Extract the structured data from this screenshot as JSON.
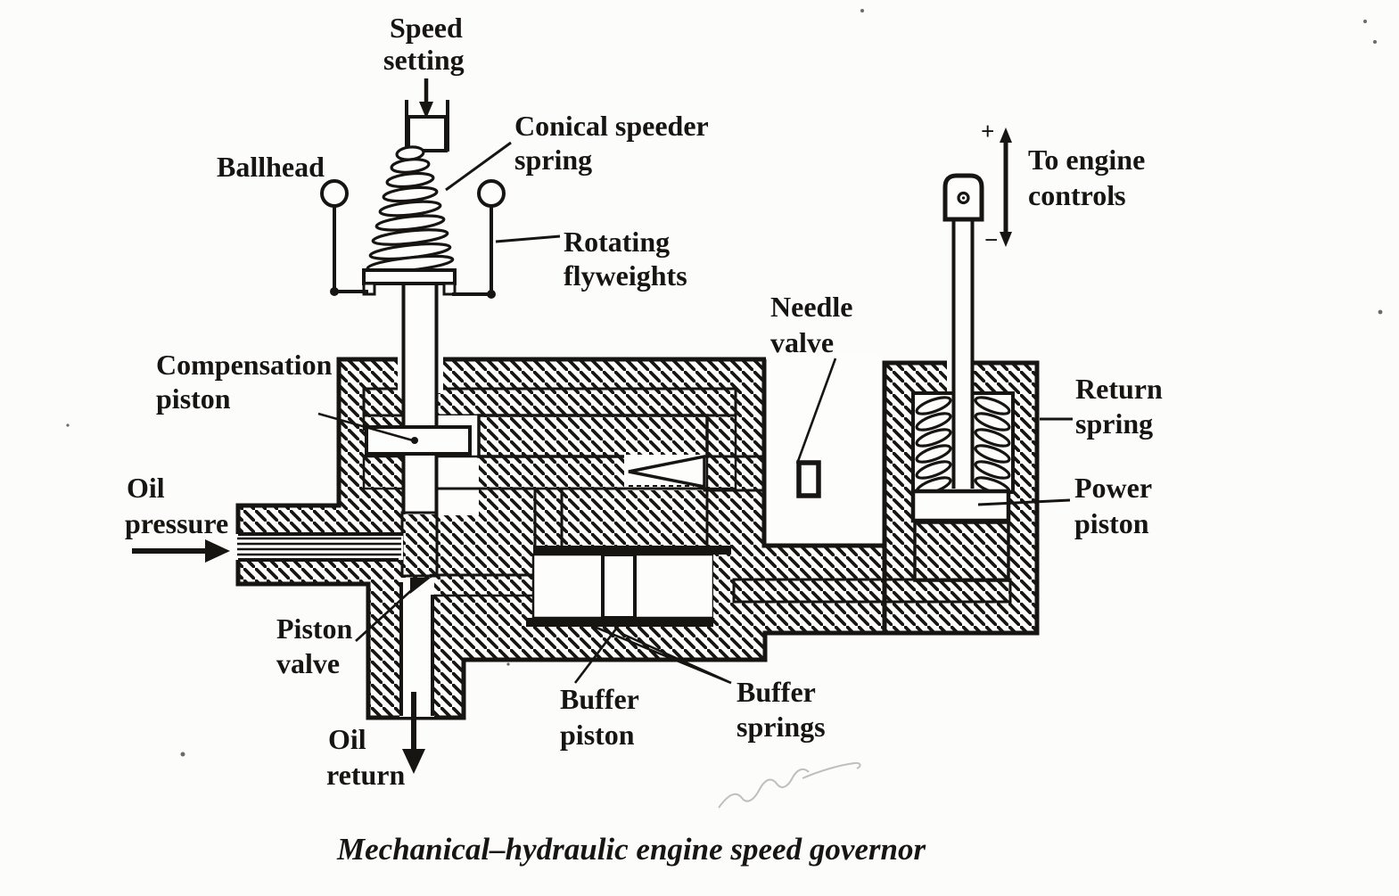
{
  "document": {
    "type": "scanned-technical-diagram",
    "caption": "Mechanical–hydraulic engine speed governor"
  },
  "colors": {
    "ink": "#171511",
    "paper": "#fcfcfa"
  },
  "labels": {
    "speed_setting": {
      "line1": "Speed",
      "line2": "setting"
    },
    "conical_speeder_spring": {
      "line1": "Conical speeder",
      "line2": "spring"
    },
    "ballhead": {
      "line1": "Ballhead"
    },
    "rotating_flyweights": {
      "line1": "Rotating",
      "line2": "flyweights"
    },
    "needle_valve": {
      "line1": "Needle",
      "line2": "valve"
    },
    "to_engine_controls": {
      "line1": "To engine",
      "line2": "controls"
    },
    "plus_sign": "+",
    "minus_sign": "−",
    "return_spring": {
      "line1": "Return",
      "line2": "spring"
    },
    "power_piston": {
      "line1": "Power",
      "line2": "piston"
    },
    "compensation_piston": {
      "line1": "Compensation",
      "line2": "piston"
    },
    "oil_pressure": {
      "line1": "Oil",
      "line2": "pressure"
    },
    "piston_valve": {
      "line1": "Piston",
      "line2": "valve"
    },
    "oil_return": {
      "line1": "Oil",
      "line2": "return"
    },
    "buffer_piston": {
      "line1": "Buffer",
      "line2": "piston"
    },
    "buffer_springs": {
      "line1": "Buffer",
      "line2": "springs"
    }
  }
}
